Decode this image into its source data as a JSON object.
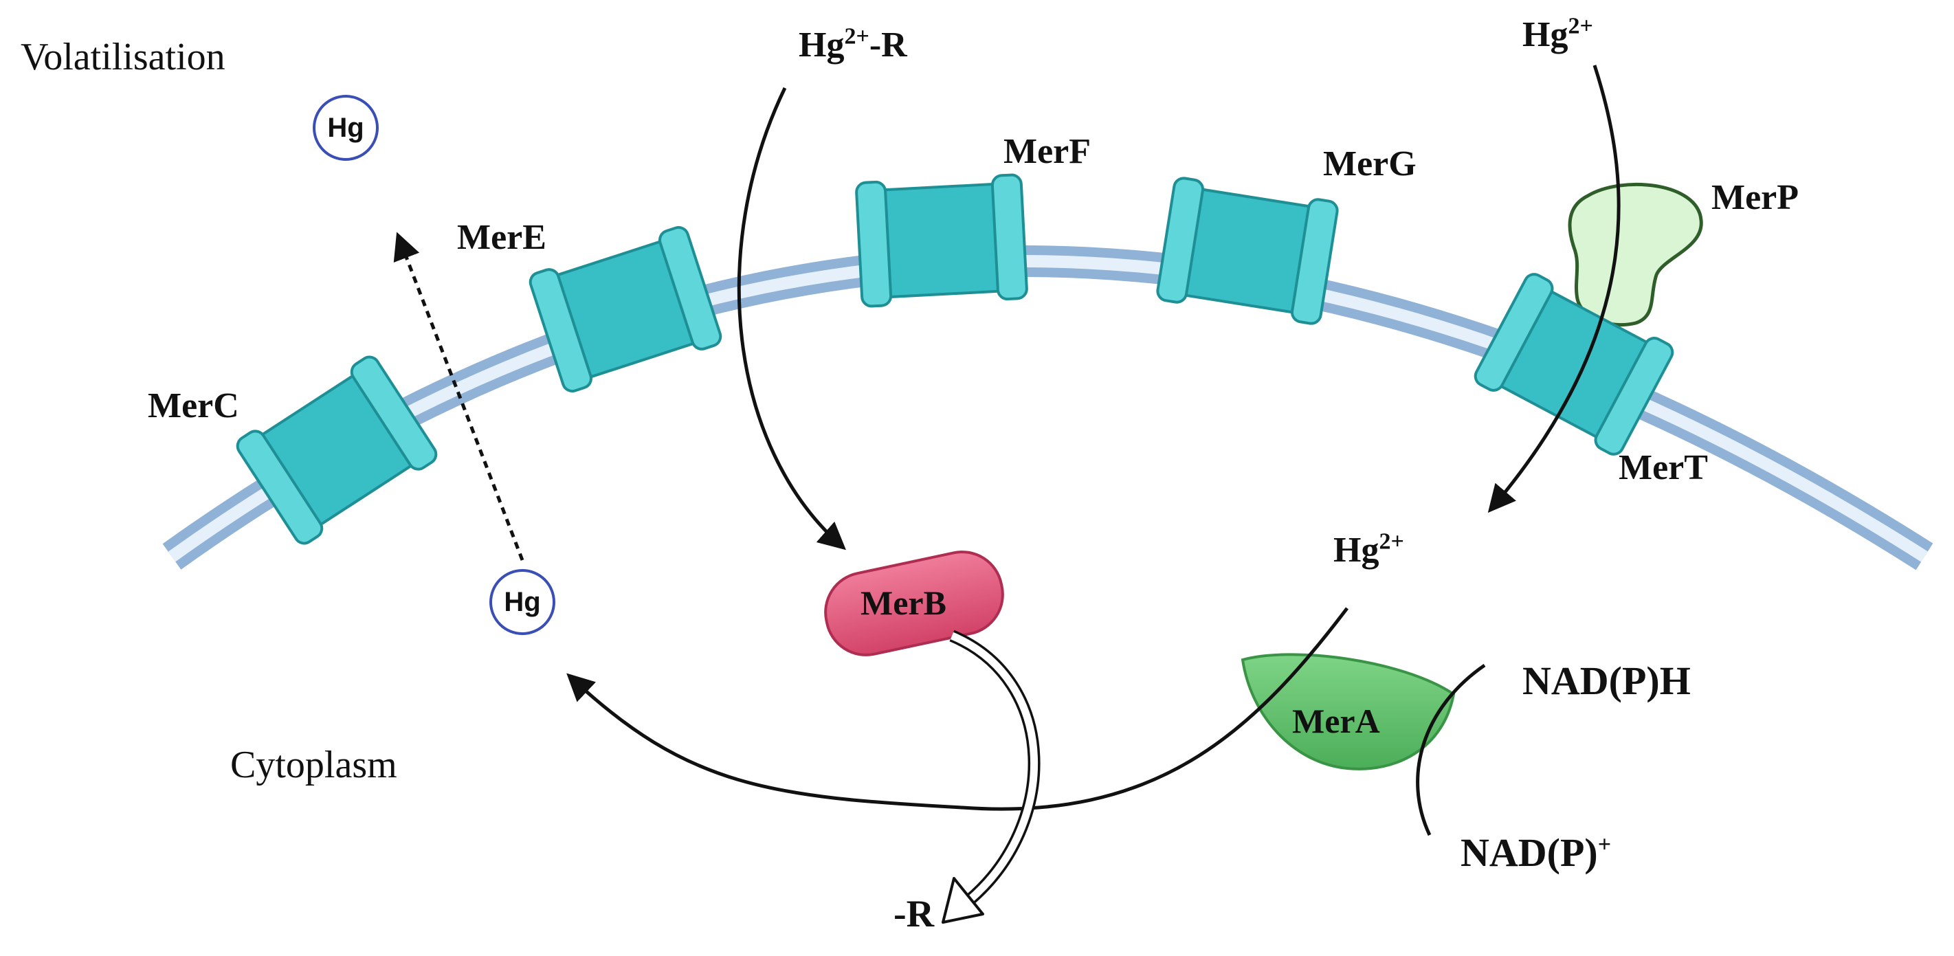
{
  "labels": {
    "volatilisation": "Volatilisation",
    "cytoplasm": "Cytoplasm",
    "hg_r_base": "Hg",
    "hg_r_sup": "2+",
    "hg_r_suffix": "-R",
    "hg_top_base": "Hg",
    "hg_top_sup": "2+",
    "hg_inner_base": "Hg",
    "hg_inner_sup": "2+",
    "nadph": "NAD(P)H",
    "nadp_base": "NAD(P)",
    "nadp_sup": "+",
    "minus_r": "-R"
  },
  "proteins": {
    "merc": "MerC",
    "mere": "MerE",
    "merf": "MerF",
    "merg": "MerG",
    "merp": "MerP",
    "mert": "MerT",
    "merb": "MerB",
    "mera": "MerA"
  },
  "atoms": {
    "hg_outside": "Hg",
    "hg_inside": "Hg"
  },
  "colors": {
    "membrane_dark": "#8fb2d6",
    "membrane_light": "#e6f0fb",
    "transporter": "#37bfc5",
    "transporter_edge": "#1f8f96",
    "transporter_cap": "#5fd6da",
    "merp": "#d9f5d4",
    "merp_edge": "#2f5e2a",
    "merb": "#e0577a",
    "merb_edge": "#b02d52",
    "mera": "#5ec46a",
    "mera_edge": "#3a9446",
    "hg_circle": "#3a4fb5"
  }
}
